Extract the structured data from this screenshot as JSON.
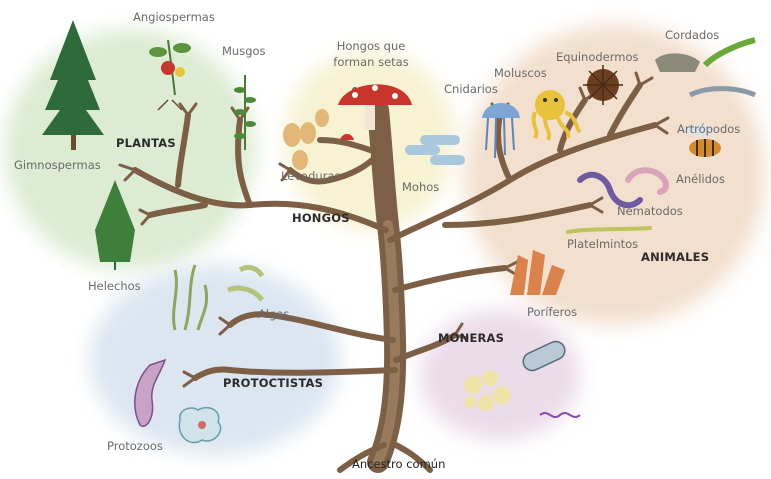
{
  "diagram": {
    "groups": {
      "plantas": "PLANTAS",
      "hongos": "HONGOS",
      "animales": "ANIMALES",
      "moneras": "MONERAS",
      "protoctistas": "PROTOCTISTAS"
    },
    "leaves": {
      "angiospermas": "Angiospermas",
      "musgos": "Musgos",
      "gimnospermas": "Gimnospermas",
      "helechos": "Helechos",
      "hongos_setas_1": "Hongos que",
      "hongos_setas_2": "forman setas",
      "levaduras": "Levaduras",
      "mohos": "Mohos",
      "cnidarios": "Cnidarios",
      "moluscos": "Moluscos",
      "equinodermos": "Equinodermos",
      "cordados": "Cordados",
      "artropodos": "Artrópodos",
      "anelidos": "Anélidos",
      "nematodos": "Nematodos",
      "platelmintos": "Platelmintos",
      "poriferos": "Poríferos",
      "algas": "Algas",
      "protozoos": "Protozoos"
    },
    "root": "Ancestro común"
  },
  "colors": {
    "plantas_bg": "#dcebd2",
    "hongos_bg": "#f6f2d2",
    "animales_bg": "#f2dfcd",
    "moneras_bg": "#ebdcea",
    "protoctistas_bg": "#dbe6f1",
    "trunk": "#8a6a4e",
    "trunk_dark": "#5b4230"
  }
}
